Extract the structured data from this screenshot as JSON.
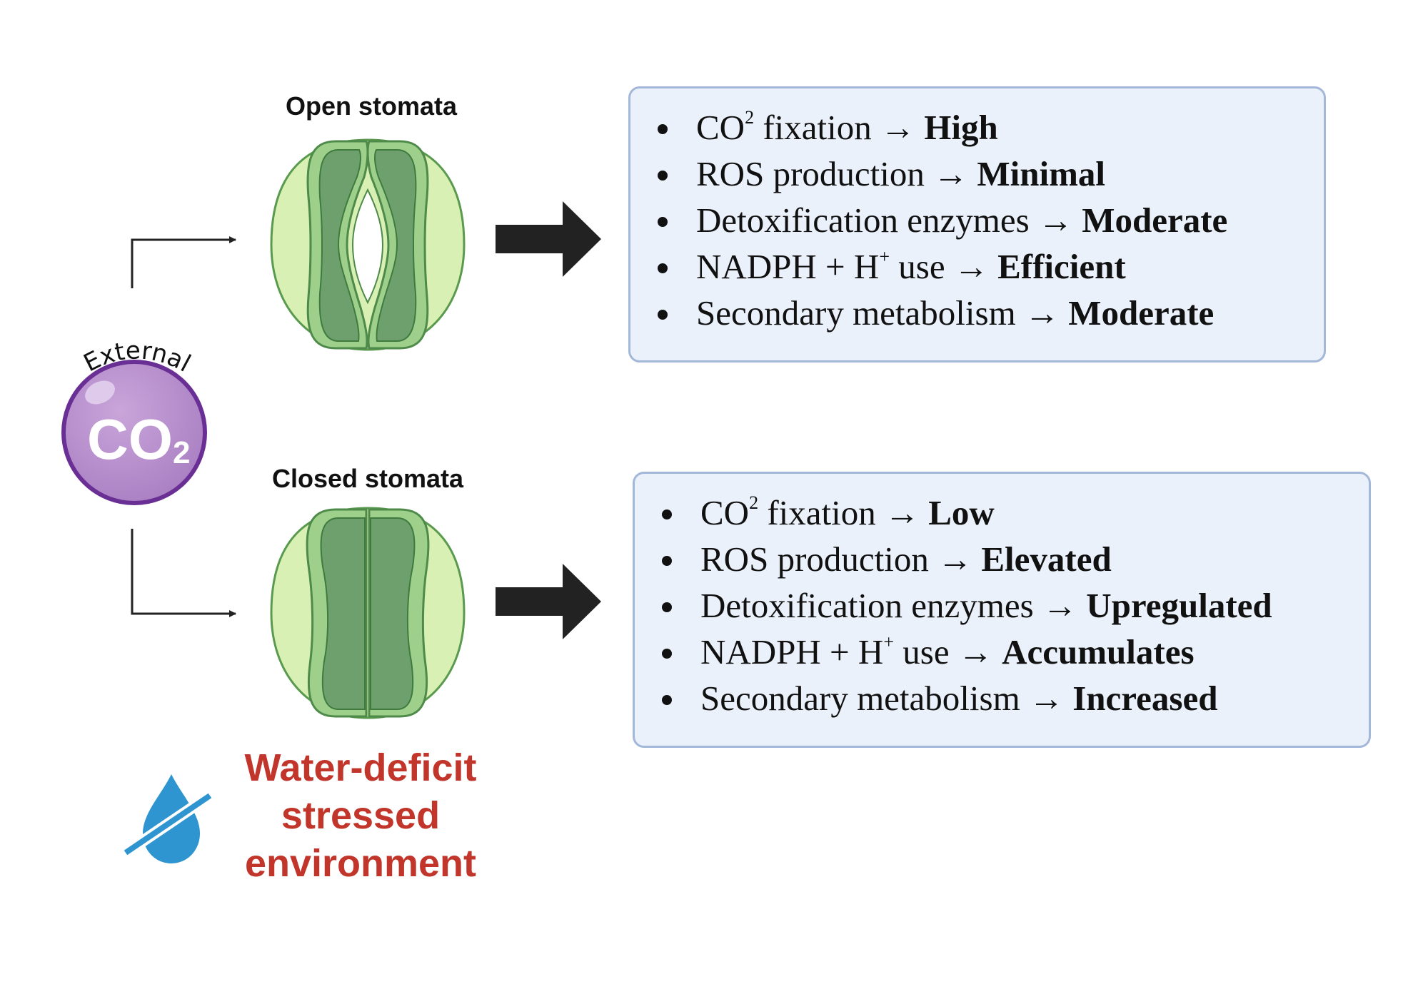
{
  "co2": {
    "label_main": "CO",
    "label_sub": "2",
    "external_label": "External"
  },
  "open": {
    "title": "Open stomata",
    "items": [
      {
        "pre": "CO",
        "sup": "2",
        "text": " fixation → ",
        "value": "High"
      },
      {
        "pre": "",
        "sup": "",
        "text": "ROS production → ",
        "value": "Minimal"
      },
      {
        "pre": "",
        "sup": "",
        "text": "Detoxification enzymes → ",
        "value": "Moderate"
      },
      {
        "pre": "NADPH + H",
        "sup": "+",
        "text": " use → ",
        "value": "Efficient"
      },
      {
        "pre": "",
        "sup": "",
        "text": "Secondary metabolism → ",
        "value": "Moderate"
      }
    ]
  },
  "closed": {
    "title": "Closed stomata",
    "items": [
      {
        "pre": "CO",
        "sup": "2",
        "text": " fixation → ",
        "value": "Low"
      },
      {
        "pre": "",
        "sup": "",
        "text": "ROS production → ",
        "value": "Elevated"
      },
      {
        "pre": "",
        "sup": "",
        "text": "Detoxification enzymes → ",
        "value": "Upregulated"
      },
      {
        "pre": "NADPH + H",
        "sup": "+",
        "text": " use → ",
        "value": "Accumulates"
      },
      {
        "pre": "",
        "sup": "",
        "text": "Secondary metabolism → ",
        "value": "Increased"
      }
    ]
  },
  "stress": {
    "line1": "Water-deficit",
    "line2": "stressed",
    "line3": "environment"
  },
  "colors": {
    "co2_fill": "#b48cc8",
    "co2_border": "#7a3fa0",
    "leaf_light": "#d9f0b4",
    "guard_cell": "#6ea06e",
    "box_fill": "#eaf1fa",
    "box_border": "#a3b7d8",
    "stress_text": "#c2352b",
    "drop_blue": "#2e95d0"
  }
}
